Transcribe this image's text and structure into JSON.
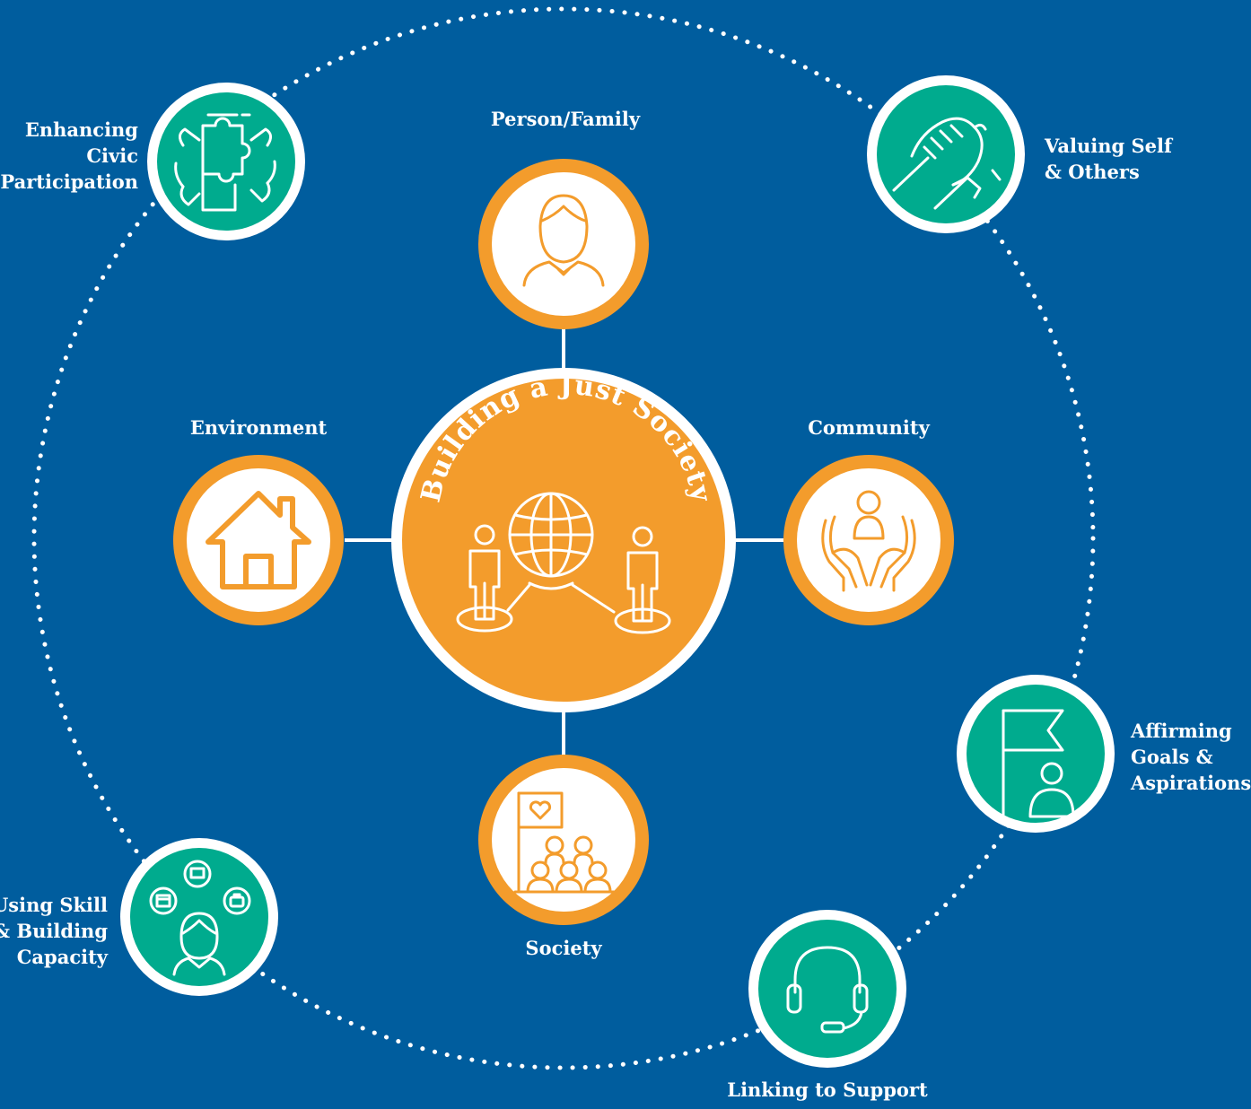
{
  "colors": {
    "background": "#005d9e",
    "orange": "#f39c2c",
    "green": "#00ab8e",
    "white": "#ffffff"
  },
  "center": {
    "title": "Building a Just Society",
    "icon": "globe-with-people-icon"
  },
  "inner_nodes": [
    {
      "label": "Person/Family",
      "icon": "person-icon"
    },
    {
      "label": "Environment",
      "icon": "house-icon"
    },
    {
      "label": "Community",
      "icon": "hands-holding-person-icon"
    },
    {
      "label": "Society",
      "icon": "crowd-with-heart-flag-icon"
    }
  ],
  "outer_nodes": [
    {
      "label_lines": [
        "Enhancing",
        "Civic",
        "Participation"
      ],
      "icon": "puzzle-hands-icon"
    },
    {
      "label_lines": [
        "Valuing Self",
        "& Others"
      ],
      "icon": "handshake-icon"
    },
    {
      "label_lines": [
        "Affirming",
        "Goals &",
        "Aspirations"
      ],
      "icon": "flag-person-icon"
    },
    {
      "label_lines": [
        "Linking to Support"
      ],
      "icon": "headset-icon"
    },
    {
      "label_lines": [
        "Using Skill",
        "& Building",
        "Capacity"
      ],
      "icon": "person-with-skills-icon"
    }
  ]
}
